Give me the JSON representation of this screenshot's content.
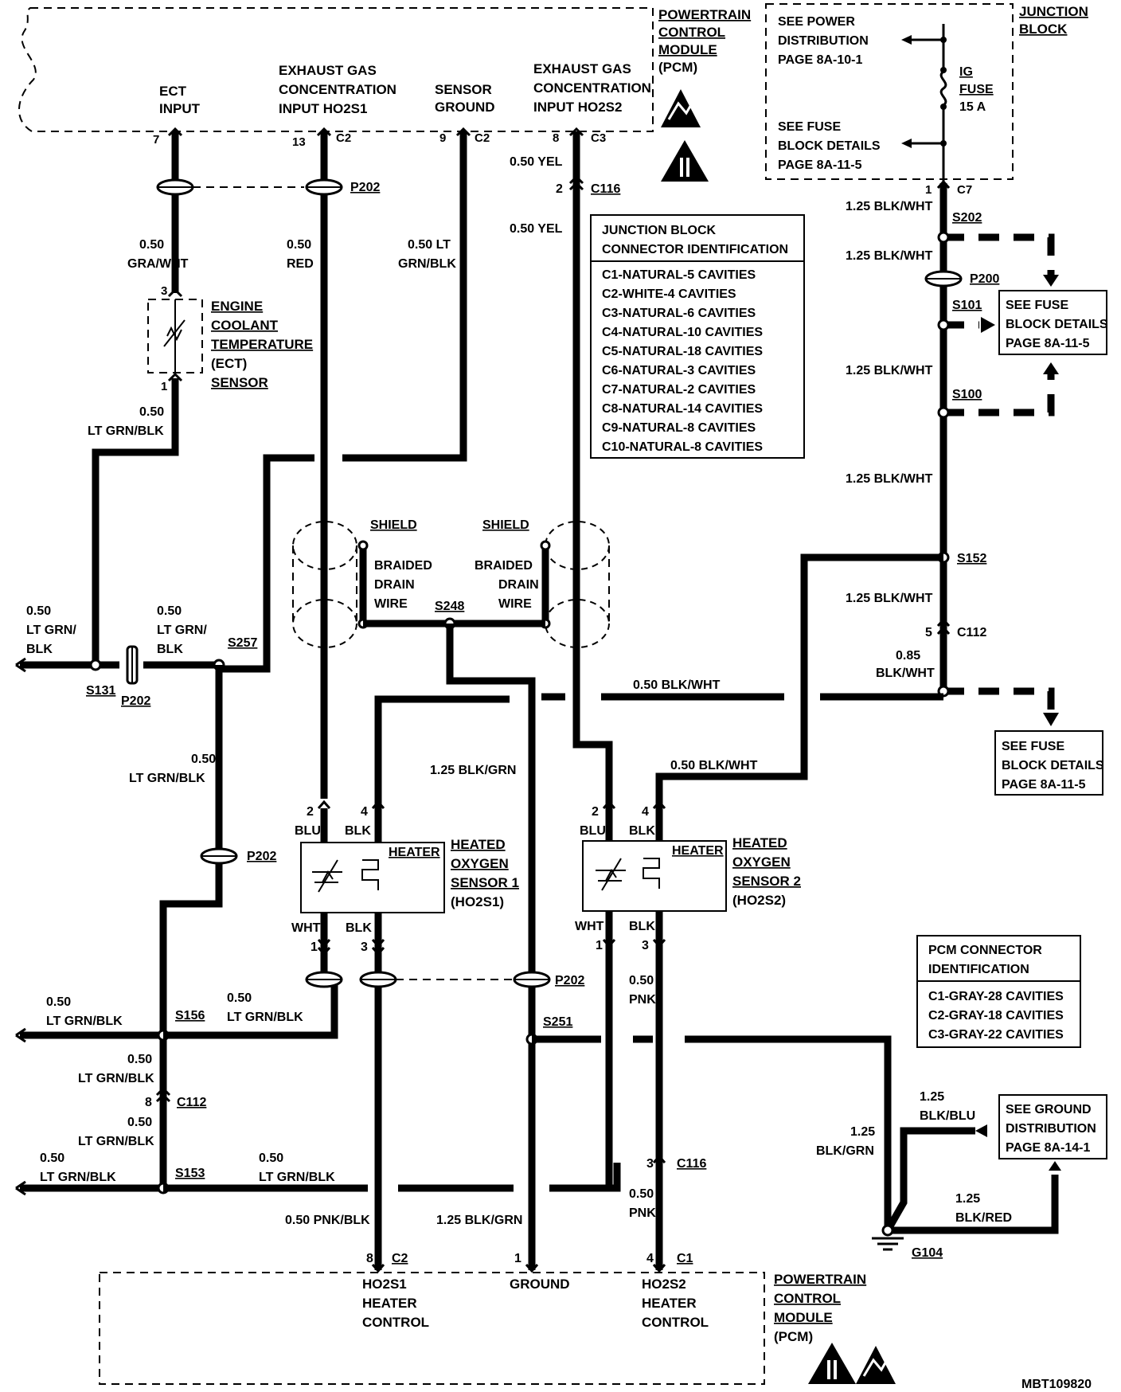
{
  "pcm_top": {
    "title": [
      "POWERTRAIN",
      "CONTROL",
      "MODULE",
      "(PCM)"
    ]
  },
  "pcm_bottom": {
    "title": [
      "POWERTRAIN",
      "CONTROL",
      "MODULE",
      "(PCM)"
    ]
  },
  "junction_block": {
    "title": [
      "JUNCTION",
      "BLOCK"
    ],
    "see_power": [
      "SEE POWER",
      "DISTRIBUTION",
      "PAGE 8A-10-1"
    ],
    "see_fuse": [
      "SEE FUSE",
      "BLOCK DETAILS",
      "PAGE 8A-11-5"
    ],
    "fuse": [
      "IG",
      "FUSE",
      "15 A"
    ]
  },
  "pcm_inputs": {
    "ect": [
      "ECT",
      "INPUT"
    ],
    "egc1": [
      "EXHAUST GAS",
      "CONCENTRATION",
      "INPUT HO2S1"
    ],
    "sensor_ground": [
      "SENSOR",
      "GROUND"
    ],
    "egc2": [
      "EXHAUST GAS",
      "CONCENTRATION",
      "INPUT HO2S2"
    ]
  },
  "pcm_outputs": {
    "h1": [
      "HO2S1",
      "HEATER",
      "CONTROL"
    ],
    "ground": "GROUND",
    "h2": [
      "HO2S2",
      "HEATER",
      "CONTROL"
    ]
  },
  "jb_connector_id": {
    "title": [
      "JUNCTION BLOCK",
      "CONNECTOR IDENTIFICATION"
    ],
    "rows": [
      "C1-NATURAL-5 CAVITIES",
      "C2-WHITE-4 CAVITIES",
      "C3-NATURAL-6 CAVITIES",
      "C4-NATURAL-10 CAVITIES",
      "C5-NATURAL-18 CAVITIES",
      "C6-NATURAL-3 CAVITIES",
      "C7-NATURAL-2 CAVITIES",
      "C8-NATURAL-14 CAVITIES",
      "C9-NATURAL-8 CAVITIES",
      "C10-NATURAL-8 CAVITIES"
    ]
  },
  "pcm_connector_id": {
    "title": [
      "PCM CONNECTOR",
      "IDENTIFICATION"
    ],
    "rows": [
      "C1-GRAY-28 CAVITIES",
      "C2-GRAY-18 CAVITIES",
      "C3-GRAY-22 CAVITIES"
    ]
  },
  "see_fuse_boxes": {
    "box1": [
      "SEE FUSE",
      "BLOCK DETAILS",
      "PAGE 8A-11-5"
    ],
    "box2": [
      "SEE FUSE",
      "BLOCK DETAILS",
      "PAGE 8A-11-5"
    ]
  },
  "see_ground": [
    "SEE GROUND",
    "DISTRIBUTION",
    "PAGE 8A-14-1"
  ],
  "ect_sensor": [
    "ENGINE",
    "COOLANT",
    "TEMPERATURE",
    "(ECT)",
    "SENSOR"
  ],
  "ho2s1": {
    "title": [
      "HEATED",
      "OXYGEN",
      "SENSOR 1",
      "(HO2S1)"
    ],
    "heater": "HEATER"
  },
  "ho2s2": {
    "title": [
      "HEATED",
      "OXYGEN",
      "SENSOR 2",
      "(HO2S2)"
    ],
    "heater": "HEATER"
  },
  "shield_left": [
    "SHIELD",
    "BRAIDED",
    "DRAIN",
    "WIRE"
  ],
  "shield_right": [
    "SHIELD",
    "BRAIDED",
    "DRAIN",
    "WIRE"
  ],
  "pins": {
    "p7": "7",
    "p13": "13",
    "c2a": "C2",
    "p9": "9",
    "c2b": "C2",
    "p8": "8",
    "c3": "C3",
    "p2c116": "2",
    "c116a": "C116",
    "p1c7": "1",
    "c7": "C7",
    "ect3": "3",
    "ect1": "1",
    "s1_2": "2",
    "s1_4": "4",
    "s1_1": "1",
    "s1_3": "3",
    "s2_2": "2",
    "s2_4": "4",
    "s2_1": "1",
    "s2_3": "3",
    "p5c112": "5",
    "c112a": "C112",
    "p8c112": "8",
    "c112b": "C112",
    "p3c116": "3",
    "c116b": "C116",
    "b8": "8",
    "bc2": "C2",
    "b1": "1",
    "b4": "4",
    "bc1": "C1"
  },
  "pin_colors": {
    "s1_blu": "BLU",
    "s1_blk": "BLK",
    "s1_wht": "WHT",
    "s1_blk2": "BLK",
    "s2_blu": "BLU",
    "s2_blk": "BLK",
    "s2_wht": "WHT",
    "s2_blk2": "BLK"
  },
  "splices": {
    "s202": "S202",
    "s101": "S101",
    "s100": "S100",
    "s152": "S152",
    "s248": "S248",
    "s257": "S257",
    "s131": "S131",
    "s156": "S156",
    "s153": "S153",
    "s251": "S251",
    "p202a": "P202",
    "p202b": "P202",
    "p202c": "P202",
    "p202d": "P202",
    "p200": "P200",
    "g104": "G104"
  },
  "wires": {
    "ect_gra": [
      "0.50",
      "GRA/WHT"
    ],
    "red": [
      "0.50",
      "RED"
    ],
    "ltgrn_top": [
      "0.50 LT",
      "GRN/BLK"
    ],
    "yel1": "0.50 YEL",
    "yel2": "0.50 YEL",
    "ect_ltgrn": [
      "0.50",
      "LT GRN/BLK"
    ],
    "left_ltgrn": [
      "0.50",
      "LT GRN/",
      "BLK"
    ],
    "mid_ltgrn": [
      "0.50",
      "LT GRN/",
      "BLK"
    ],
    "mid2_ltgrn": [
      "0.50",
      "LT GRN/BLK"
    ],
    "blkwht_1": "1.25 BLK/WHT",
    "blkwht_2": "1.25 BLK/WHT",
    "blkwht_3": "1.25 BLK/WHT",
    "blkwht_4": "1.25 BLK/WHT",
    "blkwht_5": "1.25 BLK/WHT",
    "blkwht_085": [
      "0.85",
      "BLK/WHT"
    ],
    "blkwht_050a": "0.50 BLK/WHT",
    "blkwht_050b": "0.50 BLK/WHT",
    "blkgrn_mid": "1.25 BLK/GRN",
    "s156_left": [
      "0.50",
      "LT GRN/BLK"
    ],
    "s156_right": [
      "0.50",
      "LT GRN/BLK"
    ],
    "c112_up": [
      "0.50",
      "LT GRN/BLK"
    ],
    "c112_dn": [
      "0.50",
      "LT GRN/BLK"
    ],
    "s153_left": [
      "0.50",
      "LT GRN/BLK"
    ],
    "s153_right": [
      "0.50",
      "LT GRN/BLK"
    ],
    "pnk1": [
      "0.50",
      "PNK"
    ],
    "pnk2": [
      "0.50",
      "PNK"
    ],
    "pnkblk": "0.50 PNK/BLK",
    "blkgrn_bot": "1.25 BLK/GRN",
    "g_blkgrn": [
      "1.25",
      "BLK/GRN"
    ],
    "g_blkblu": [
      "1.25",
      "BLK/BLU"
    ],
    "g_blkred": [
      "1.25",
      "BLK/RED"
    ]
  },
  "ref_code": "MBT109820"
}
